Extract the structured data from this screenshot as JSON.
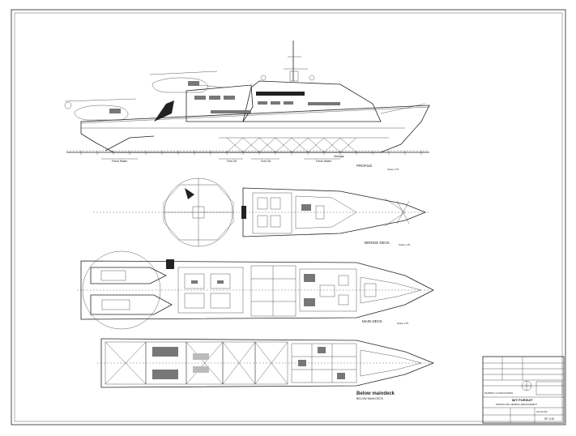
{
  "views": {
    "profile": {
      "label": "PROFILE",
      "scale": "Scale 1:75"
    },
    "bridge": {
      "label": "BRIDGE DECK",
      "scale": "Scale 1:75"
    },
    "main": {
      "label": "MAIN DECK",
      "scale": "Scale 1:75"
    },
    "below": {
      "label": "Below maindeck",
      "sublabel": "BELOW MAIN DECK"
    }
  },
  "profile_tags": [
    "Fresh Water",
    "Fuel Oil",
    "Fuel Oil",
    "Fresh Water",
    "Sewage"
  ],
  "title_block": {
    "company": "MURRAY & ASSOCIATES",
    "vessel": "M/Y PURSUIT",
    "drawing_title": "PROFILE AND GENERAL ARRANGEMENT",
    "drawing_no": "2A-970-100",
    "scale": "SF 1:40"
  }
}
